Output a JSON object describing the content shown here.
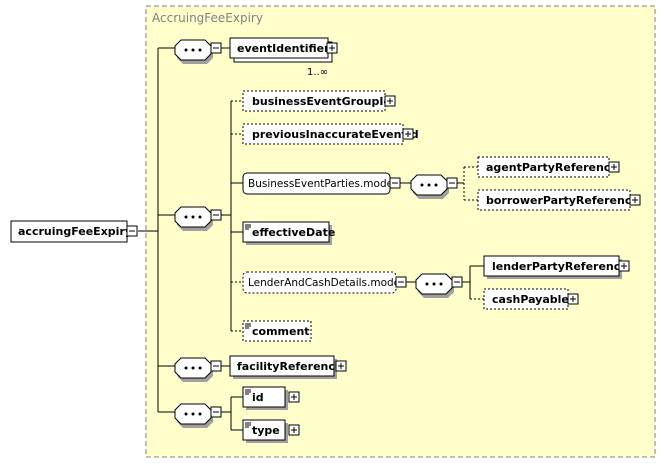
{
  "complex_type": {
    "name": "AccruingFeeExpiry"
  },
  "root": {
    "name": "accruingFeeExpiry"
  },
  "elements": {
    "event_identifier": {
      "name": "eventIdentifier",
      "cardinality": "1..∞"
    },
    "business_event_group_id": {
      "name": "businessEventGroupId"
    },
    "previous_inaccurate_event_id": {
      "name": "previousInaccurateEventId"
    },
    "business_event_parties_model": {
      "name": "BusinessEventParties.model"
    },
    "agent_party_reference": {
      "name": "agentPartyReference"
    },
    "borrower_party_reference": {
      "name": "borrowerPartyReference"
    },
    "effective_date": {
      "name": "effectiveDate"
    },
    "lender_and_cash_details_model": {
      "name": "LenderAndCashDetails.model"
    },
    "lender_party_reference": {
      "name": "lenderPartyReference"
    },
    "cash_payable": {
      "name": "cashPayable"
    },
    "comment": {
      "name": "comment"
    },
    "facility_reference": {
      "name": "facilityReference"
    },
    "id": {
      "name": "id"
    },
    "type": {
      "name": "type"
    }
  },
  "colors": {
    "type_background": "#ffffcc",
    "type_border": "#808080",
    "title": "#808080"
  }
}
